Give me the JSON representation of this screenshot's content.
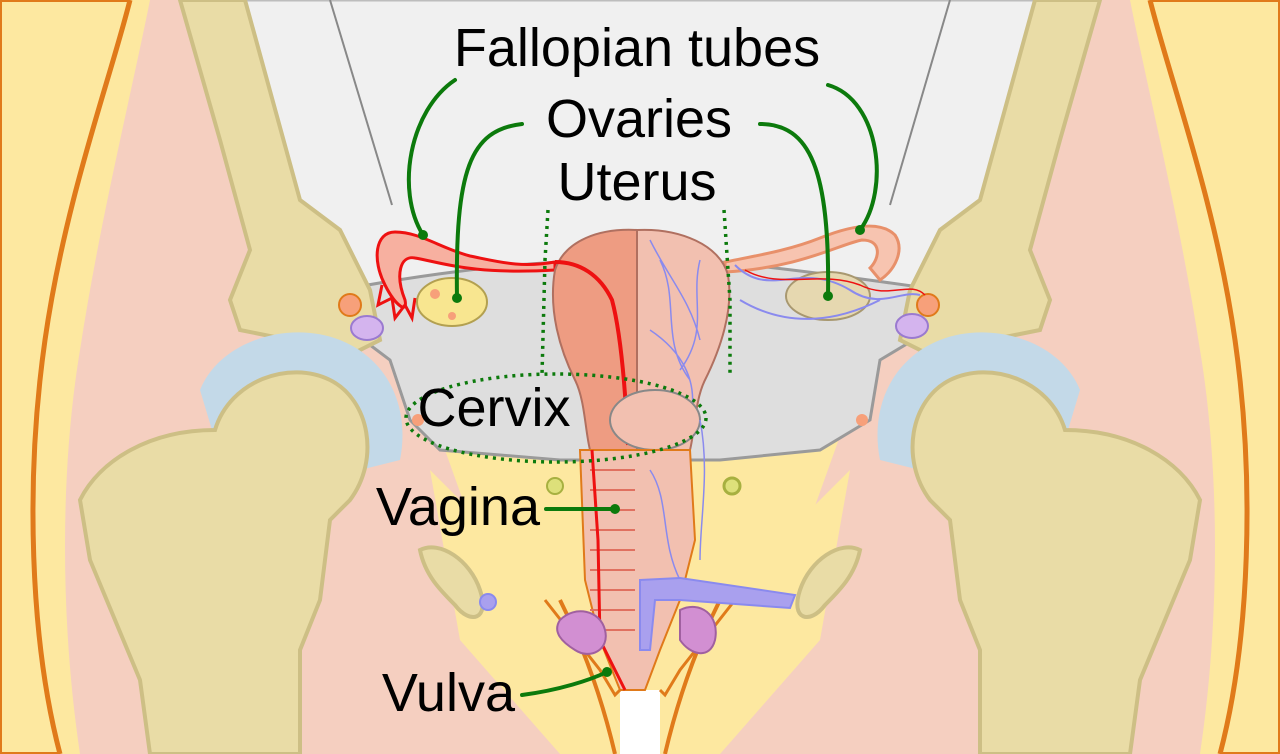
{
  "labels": {
    "fallopian_tubes": "Fallopian tubes",
    "ovaries": "Ovaries",
    "uterus": "Uterus",
    "cervix": "Cervix",
    "vagina": "Vagina",
    "vulva": "Vulva"
  },
  "colors": {
    "background": "#ffffff",
    "skin": "#fde8a0",
    "skin_outline": "#e07a1a",
    "muscle": "#f5cfc0",
    "bone": "#e9dca6",
    "bone_outline": "#cdbf85",
    "pelvic_cavity": "#f0f0f0",
    "peritoneum": "#dedede",
    "uterus": "#ee9c82",
    "uterus_section": "#f2c0b0",
    "artery": "#ee1111",
    "vein": "#8a8aee",
    "ovary": "#f8e690",
    "leader_line": "#0c7a0c",
    "cartilage": "#c3d9e8"
  },
  "icons": {
    "cervix_outline": "dotted-ellipse",
    "uterus_outline": "dotted-bracket"
  }
}
